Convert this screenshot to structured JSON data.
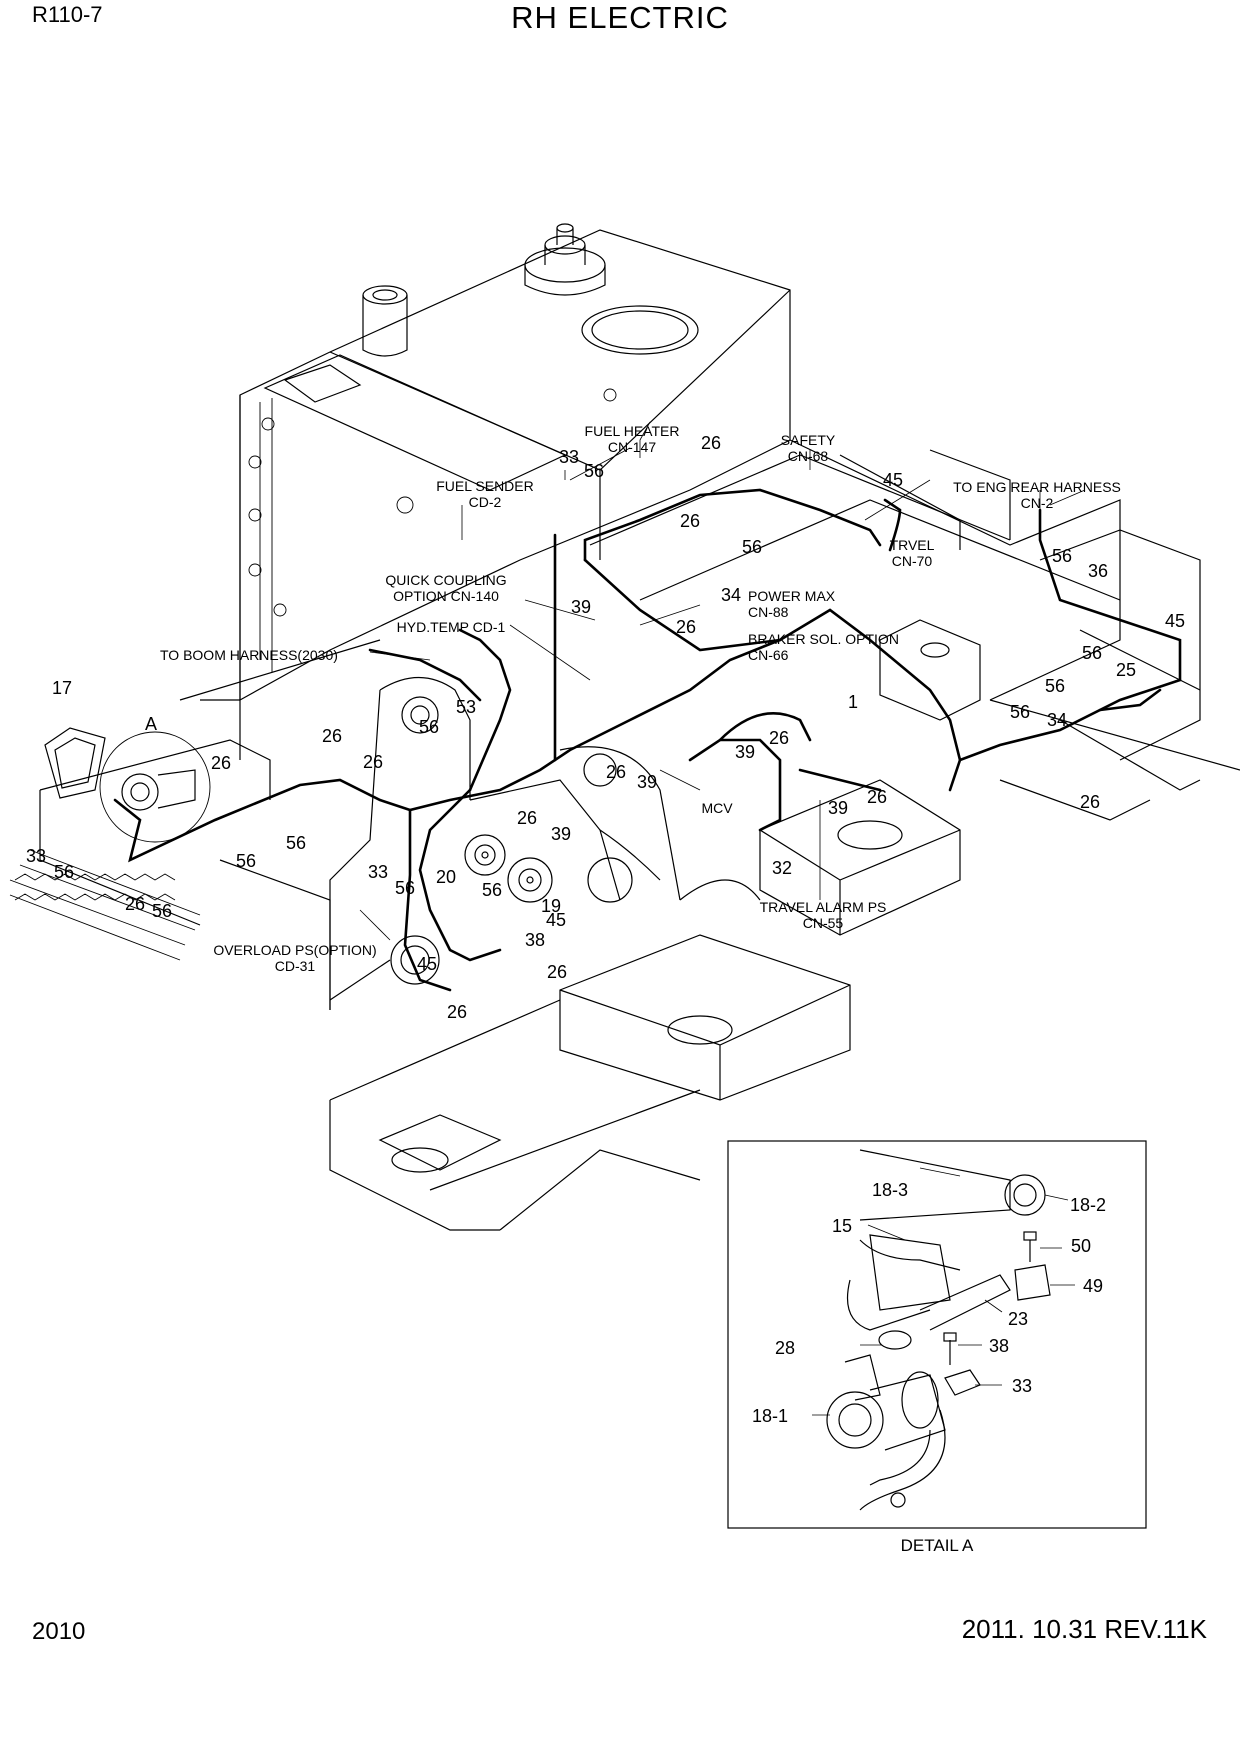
{
  "header": {
    "model": "R110-7",
    "title": "RH ELECTRIC"
  },
  "footer": {
    "page_number": "2010",
    "revision": "2011. 10.31 REV.11K"
  },
  "notes": [
    "FUEL HEATER",
    "CN-147",
    "SAFETY",
    "CN-68",
    "FUEL SENDER",
    "CD-2",
    "TO ENG REAR HARNESS",
    "CN-2",
    "TRVEL",
    "CN-70",
    "QUICK COUPLING",
    "OPTION CN-140",
    "POWER MAX",
    "CN-88",
    "HYD.TEMP CD-1",
    "BRAKER SOL. OPTION",
    "CN-66",
    "TO BOOM HARNESS(2030)",
    "MCV",
    "TRAVEL ALARM PS",
    "CN-55",
    "OVERLOAD PS(OPTION)",
    "CD-31",
    "DETAIL A",
    "A"
  ],
  "callouts": [
    "33",
    "56",
    "26",
    "26",
    "45",
    "56",
    "36",
    "56",
    "34",
    "39",
    "26",
    "45",
    "56",
    "25",
    "56",
    "56",
    "34",
    "17",
    "53",
    "56",
    "26",
    "26",
    "1",
    "26",
    "39",
    "39",
    "26",
    "26",
    "26",
    "26",
    "39",
    "39",
    "26",
    "45",
    "33",
    "56",
    "26",
    "56",
    "56",
    "56",
    "20",
    "19",
    "33",
    "56",
    "56",
    "45",
    "38",
    "26",
    "45",
    "26",
    "32",
    "18-3",
    "18-2",
    "15",
    "50",
    "49",
    "23",
    "28",
    "38",
    "33",
    "18-1"
  ]
}
